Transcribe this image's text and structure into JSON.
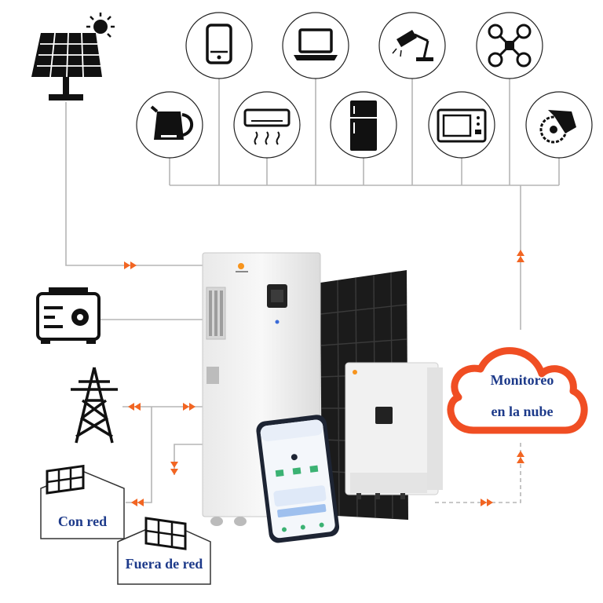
{
  "cloud": {
    "line1": "Monitoreo",
    "line2": "en la nube"
  },
  "labels": {
    "on_grid": "Con red",
    "off_grid": "Fuera de red"
  },
  "colors": {
    "flow_arrow": "#f26522",
    "cloud_stroke": "#f04e23",
    "line": "#b5b5b5",
    "text_blue": "#1d3a8a",
    "icon": "#111111"
  },
  "icons": {
    "top_row": [
      "smartphone-icon",
      "laptop-icon",
      "desk-lamp-icon",
      "drone-icon"
    ],
    "second_row": [
      "kettle-icon",
      "air-conditioner-icon",
      "refrigerator-icon",
      "microwave-icon",
      "circular-saw-icon"
    ],
    "sources": [
      "solar-panel-icon",
      "generator-icon",
      "power-tower-icon"
    ]
  }
}
